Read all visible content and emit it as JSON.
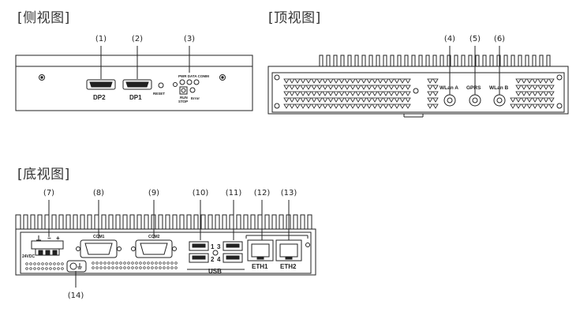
{
  "titles": {
    "side": "[侧视图]",
    "top": "[顶视图]",
    "bottom": "[底视图]"
  },
  "callouts": {
    "c1": "(1)",
    "c2": "(2)",
    "c3": "(3)",
    "c4": "(4)",
    "c5": "(5)",
    "c6": "(6)",
    "c7": "(7)",
    "c8": "(8)",
    "c9": "(9)",
    "c10": "(10)",
    "c11": "(11)",
    "c12": "(12)",
    "c13": "(13)",
    "c14": "(14)"
  },
  "side_view": {
    "dp2": "DP2",
    "dp1": "DP1",
    "reset": "RESET",
    "pwr_data_comm": "PWR DATA COMM",
    "run_stop_line1": "RUN",
    "run_stop_line2": "STOP",
    "error": "Error"
  },
  "top_view": {
    "wlan_a": "WLan A",
    "gprs": "GPRS",
    "wlan_b": "WLan B"
  },
  "bottom_view": {
    "power_label": "24VDC",
    "com1": "COM1",
    "com2": "COM2",
    "usb": "USB",
    "usb_1": "1",
    "usb_2": "2",
    "usb_3": "3",
    "usb_4": "4",
    "eth1": "ETH1",
    "eth2": "ETH2",
    "plus": "+",
    "minus": "−"
  },
  "colors": {
    "line": "#222222",
    "panel": "#ffffff"
  }
}
